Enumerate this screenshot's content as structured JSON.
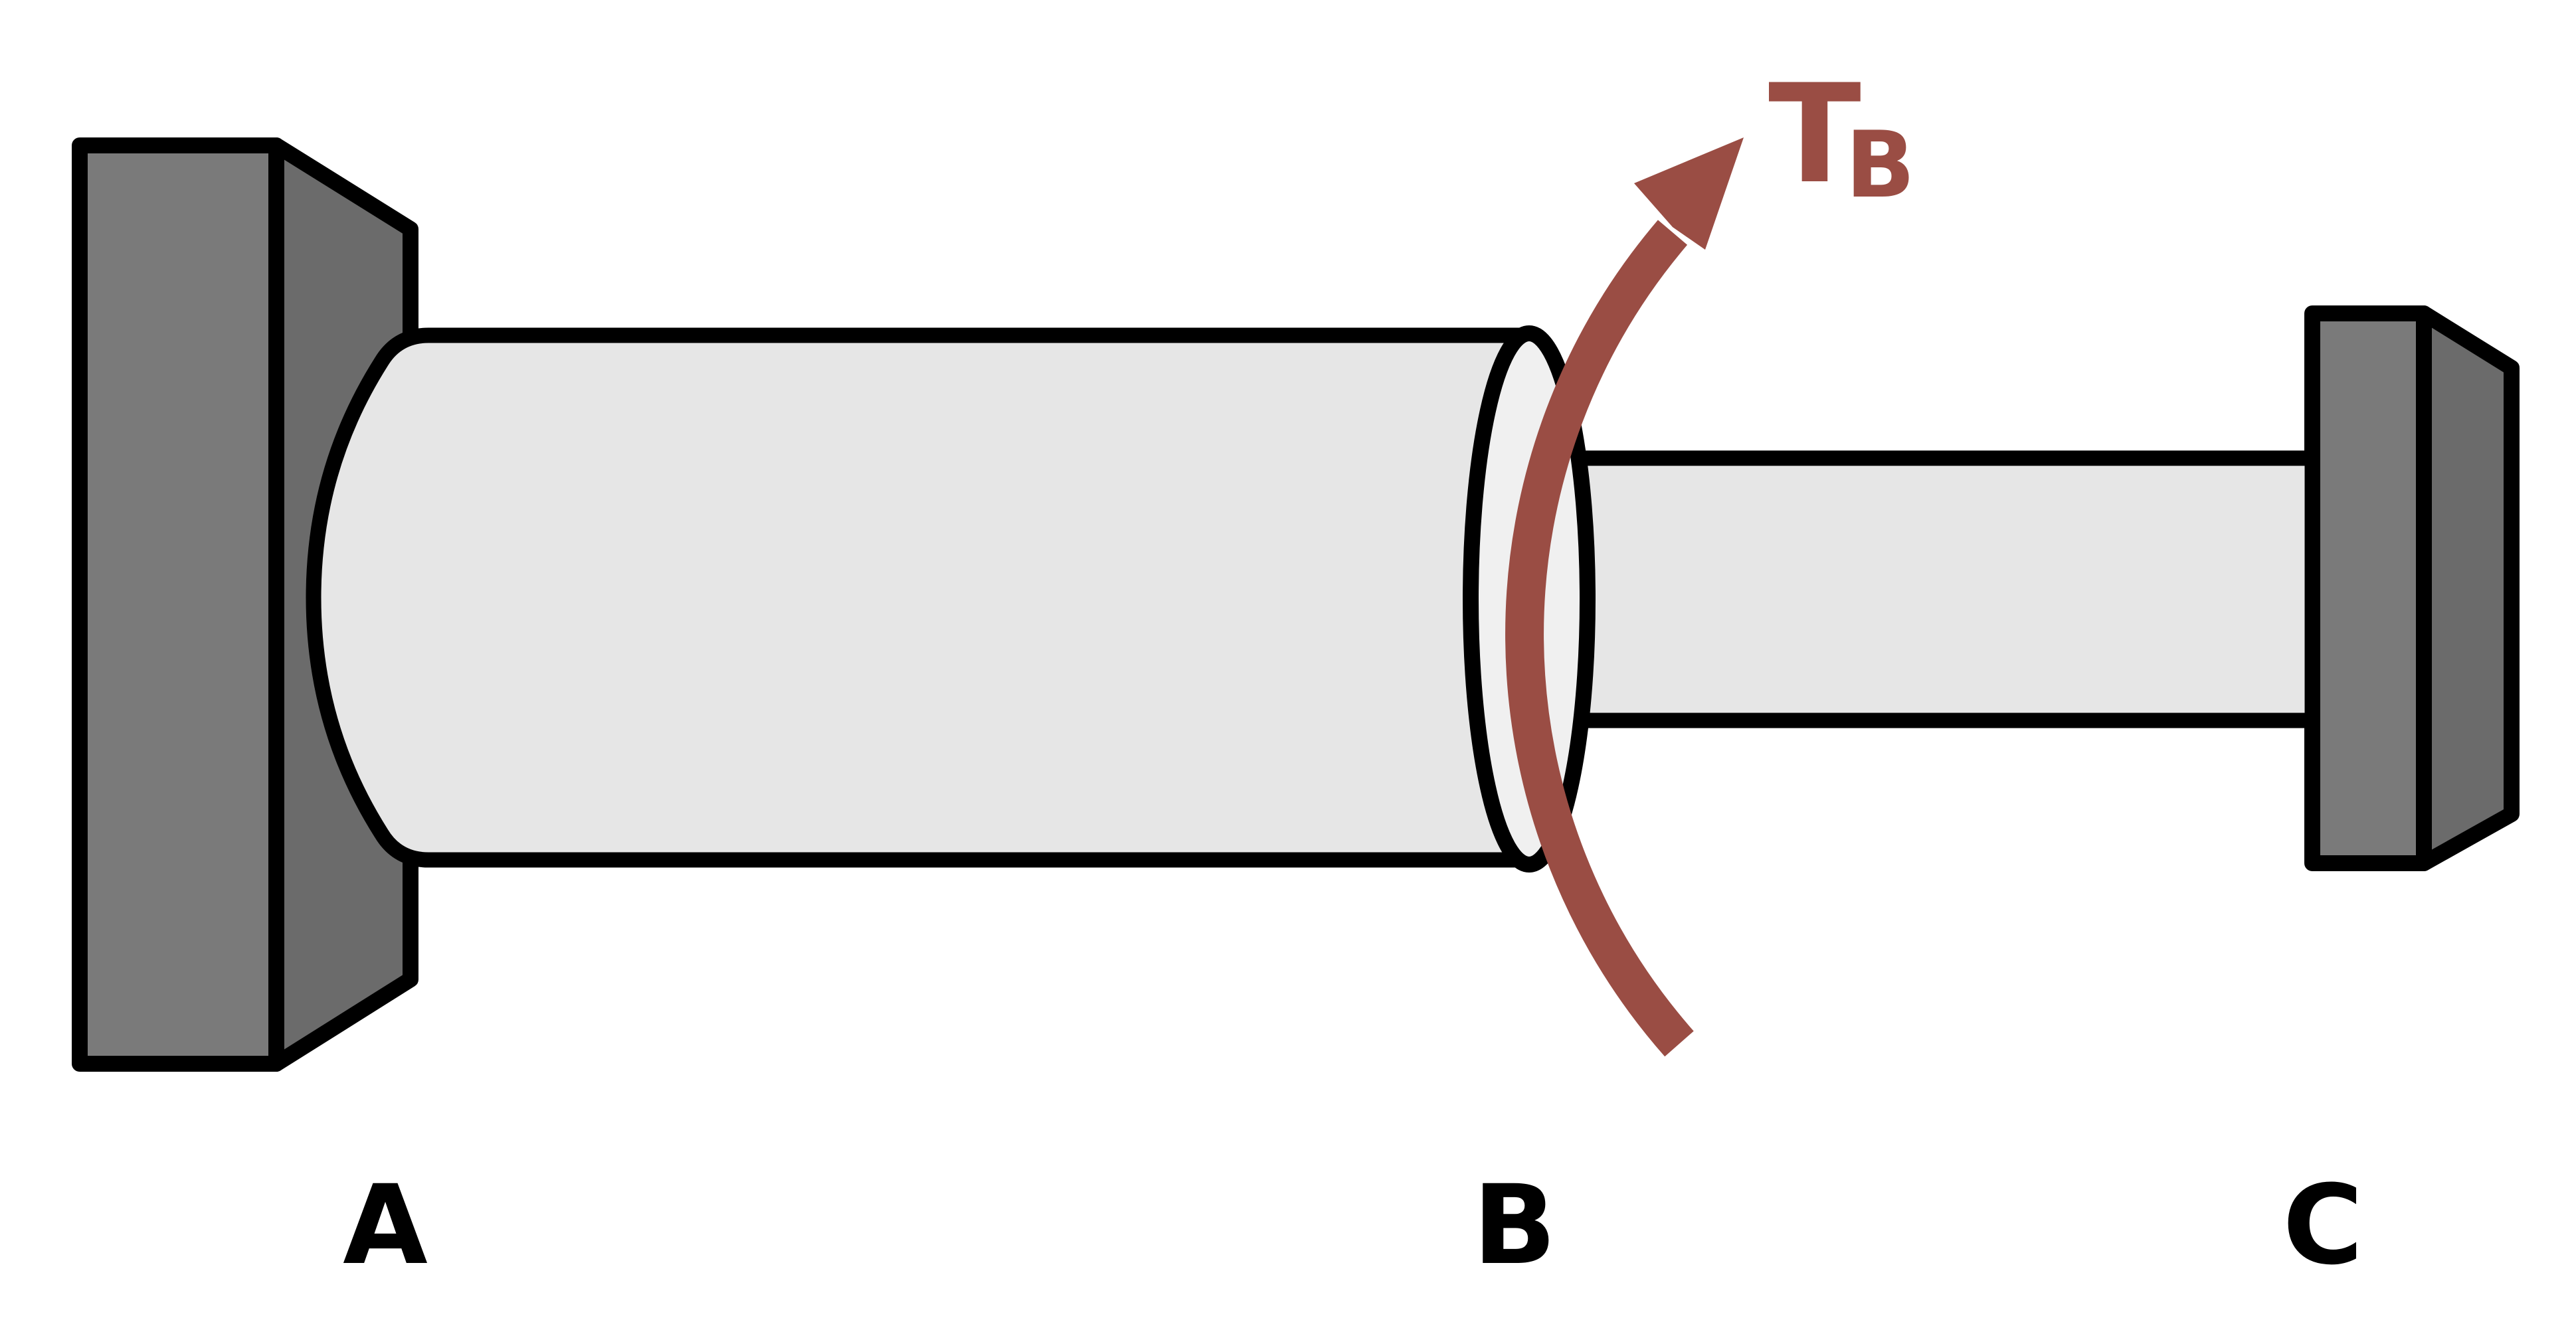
{
  "diagram": {
    "kind": "stepped-shaft-torsion-diagram",
    "labels": {
      "point_a": "A",
      "point_b": "B",
      "point_c": "C"
    },
    "torque": {
      "symbol": "T",
      "subscript": "B"
    },
    "colors": {
      "background": "#ffffff",
      "outline": "#000000",
      "wall_front": "#7a7a7a",
      "wall_side": "#6b6b6b",
      "shaft_fill": "#e6e6e6",
      "shaft_end_cap": "#f0f0f0",
      "torque_arrow": "#9a4d44",
      "label_text": "#000000"
    }
  }
}
